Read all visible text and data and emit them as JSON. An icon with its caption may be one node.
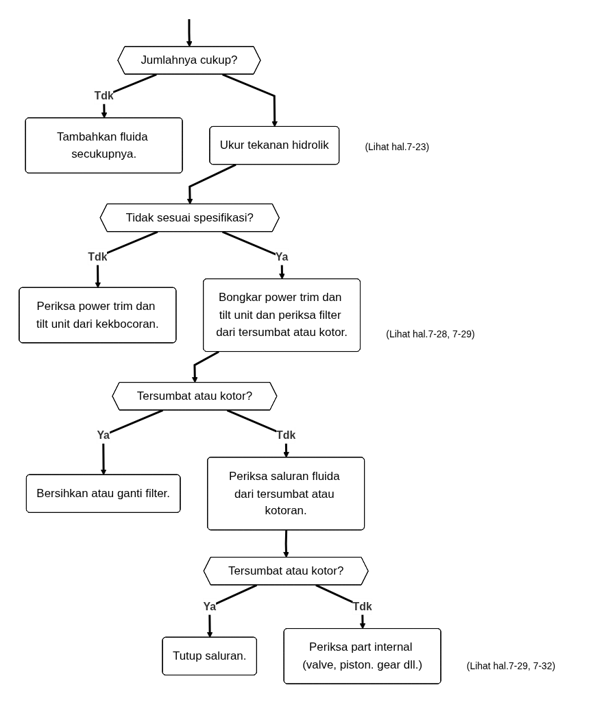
{
  "diagram": {
    "nodes": [
      {
        "text": [
          "Jumlahnya cukup?"
        ]
      },
      {
        "text": [
          "Tambahkan fluida secukupnya."
        ]
      },
      {
        "text": [
          "Ukur tekanan hidrolik"
        ],
        "beside": [
          "(Lihat hal.7-23)"
        ]
      },
      {
        "text": [
          "Tidak sesuai spesifikasi?"
        ]
      },
      {
        "text": [
          "Periksa power trim dan tilt unit dari kekbocoran."
        ]
      },
      {
        "text": [
          "Bongkar power trim dan tilt unit dan periksa filter dari tersumbat atau kotor."
        ],
        "beside": [
          "(Lihat hal.7-28, 7-29)"
        ]
      },
      {
        "text": [
          "Tersumbat atau kotor?"
        ]
      },
      {
        "text": [
          "Bersihkan atau ganti filter."
        ]
      },
      {
        "text": [
          "Periksa saluran fluida dari tersumbat atau kotoran."
        ]
      },
      {
        "text": [
          "Tersumbat atau kotor?"
        ]
      },
      {
        "text": [
          "Tutup saluran."
        ]
      },
      {
        "text": [
          "Periksa part internal (valve, piston. gear dll.)"
        ],
        "beside": [
          "(Lihat hal.7-29, 7-32)"
        ]
      }
    ],
    "edges": [
      {
        "from": null,
        "to": 0,
        "arrow": "to"
      },
      {
        "from": 0,
        "to": 1,
        "arrow": "to",
        "label": "Tdk"
      },
      {
        "from": 0,
        "to": 2,
        "arrow": "to"
      },
      {
        "from": 2,
        "to": 3,
        "arrow": "to"
      },
      {
        "from": 3,
        "to": 4,
        "arrow": "to",
        "label": "Tdk"
      },
      {
        "from": 3,
        "to": 5,
        "arrow": "to",
        "label": "Ya"
      },
      {
        "from": 5,
        "to": 6,
        "arrow": "to"
      },
      {
        "from": 6,
        "to": 7,
        "arrow": "to",
        "label": "Ya"
      },
      {
        "from": 6,
        "to": 8,
        "arrow": "to",
        "label": "Tdk"
      },
      {
        "from": 8,
        "to": 9,
        "arrow": "to"
      },
      {
        "from": 9,
        "to": 10,
        "arrow": "to",
        "label": "Ya"
      },
      {
        "from": 9,
        "to": 11,
        "arrow": "to",
        "label": "Tdk"
      }
    ]
  }
}
